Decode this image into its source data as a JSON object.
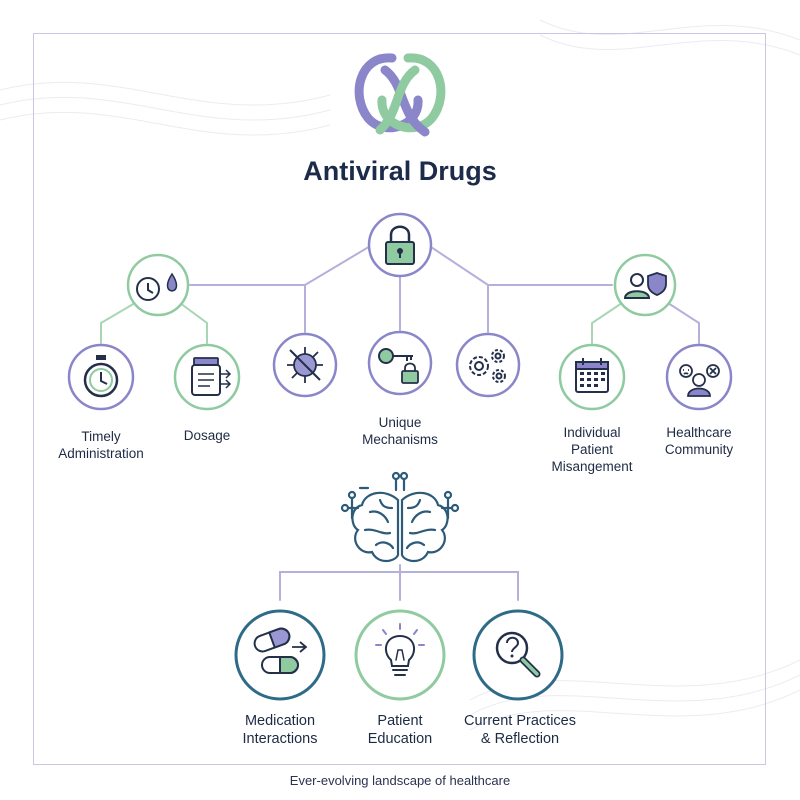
{
  "header": {
    "title": "Antiviral Drugs"
  },
  "nodes": {
    "timely_administration": "Timely\nAdministration",
    "dosage": "Dosage",
    "unique_mechanisms": "Unique\nMechanisms",
    "individual_patient": "Individual\nPatient\nMisangement",
    "healthcare_community": "Healthcare\nCommunity",
    "medication_interactions": "Medication\nInteractions",
    "patient_education": "Patient\nEducation",
    "current_practices": "Current Practices\n& Reflection"
  },
  "footer": {
    "caption": "Ever-evolving landscape of healthcare"
  },
  "colors": {
    "purple": "#8a86c9",
    "green": "#8fcaa0",
    "navy": "#2e6b86",
    "line_purple": "#b4b0dc",
    "line_green": "#a8d6b3"
  },
  "icons": [
    "logo-icon",
    "lock-icon",
    "clock-drop-icon",
    "person-shield-icon",
    "stopwatch-icon",
    "pill-bottle-icon",
    "virus-icon",
    "key-lock-icon",
    "gears-icon",
    "calendar-icon",
    "patient-community-icon",
    "brain-circuit-icon",
    "capsules-icon",
    "lightbulb-icon",
    "magnifier-question-icon"
  ]
}
